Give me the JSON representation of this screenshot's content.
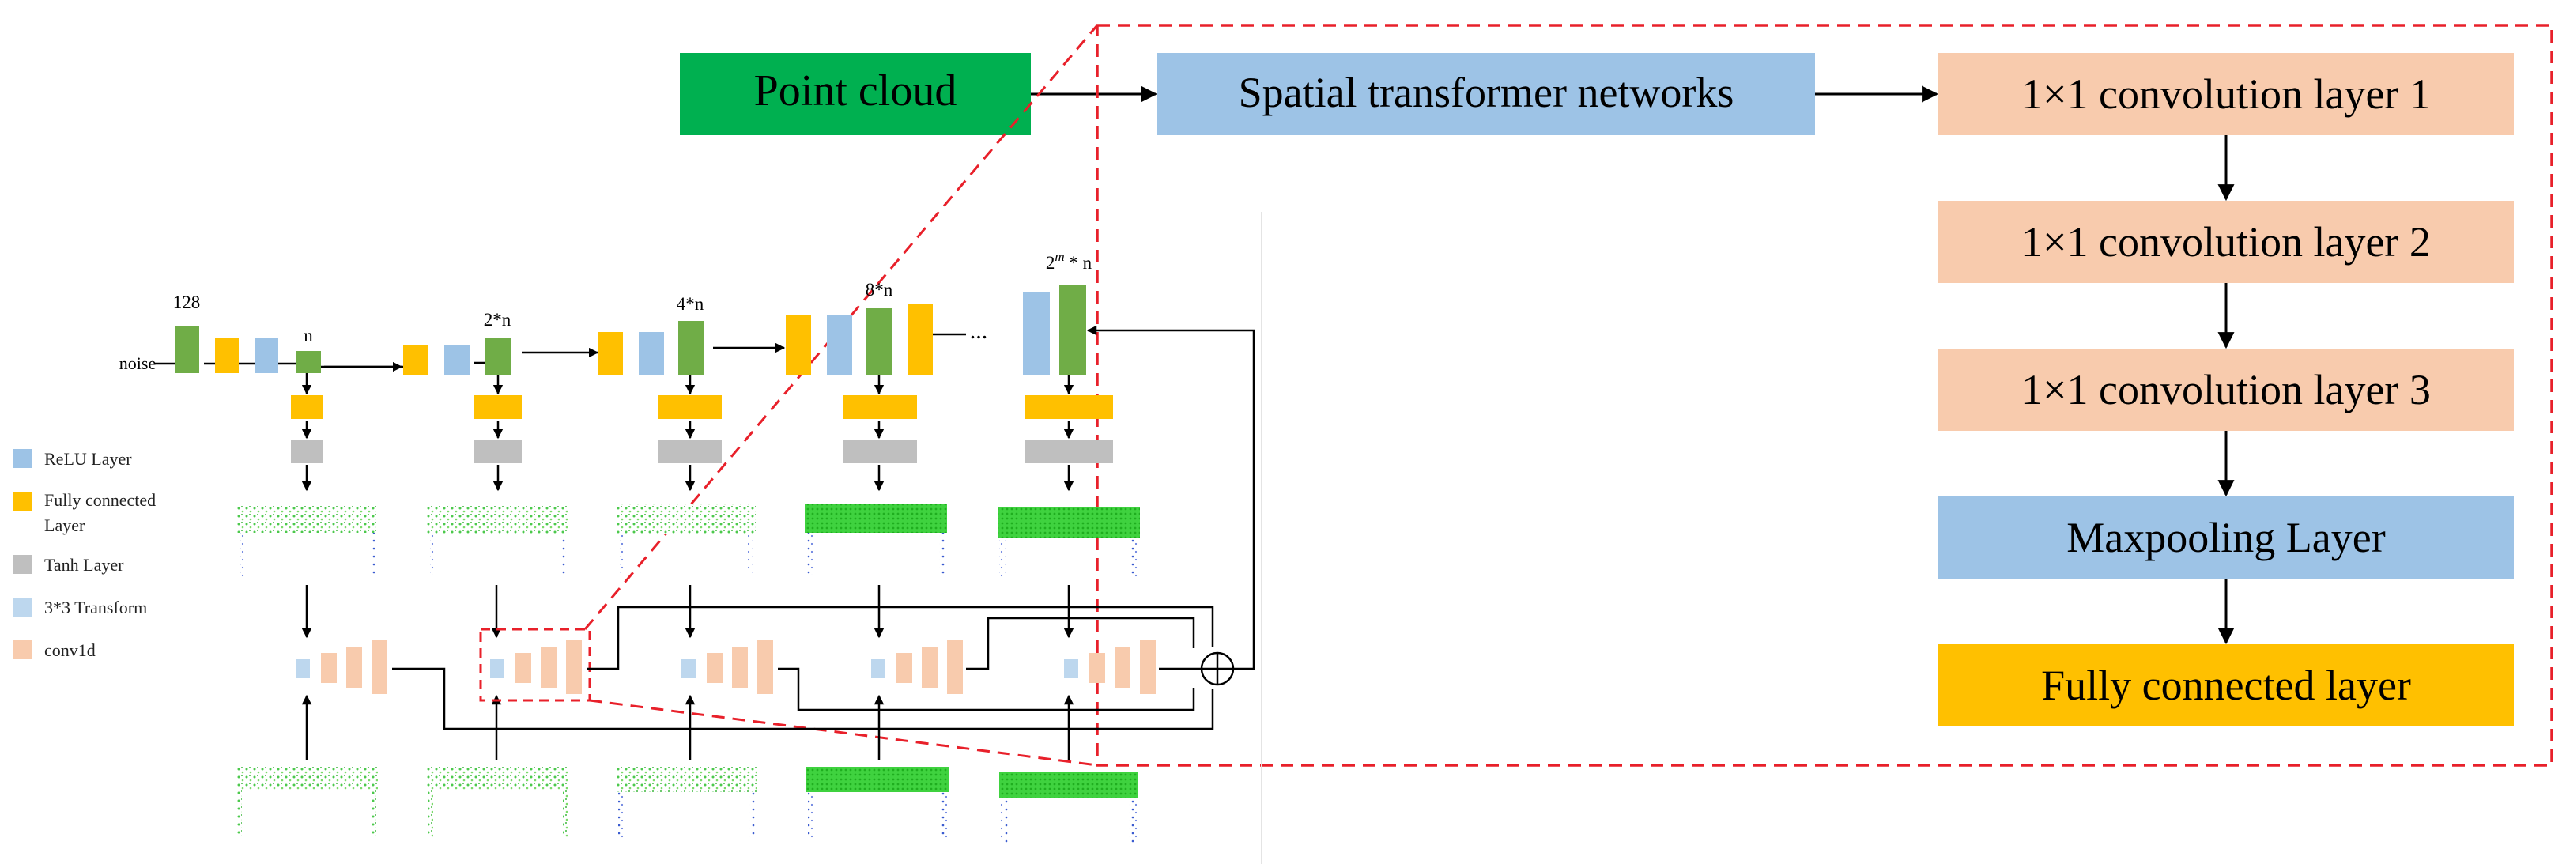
{
  "flow": {
    "point_cloud": "Point cloud",
    "stn": "Spatial transformer networks",
    "conv1": "1×1 convolution layer 1",
    "conv2": "1×1 convolution layer 2",
    "conv3": "1×1 convolution layer 3",
    "maxpool": "Maxpooling Layer",
    "fc": "Fully connected layer"
  },
  "generator": {
    "noise_label": "noise",
    "dim_128": "128",
    "dim_n": "n",
    "dim_2n": "2*n",
    "dim_4n": "4*n",
    "dim_8n": "8*n",
    "dim_2mn_base": "2",
    "dim_2mn_exp": "m",
    "dim_2mn_tail": " * n",
    "ellipsis": "..."
  },
  "legend": {
    "relu": "ReLU Layer",
    "fc_line1": "Fully connected",
    "fc_line2": "Layer",
    "tanh": "Tanh Layer",
    "transform": "3*3 Transform",
    "conv1d": "conv1d"
  },
  "colors": {
    "green_box": "#00b050",
    "green_block": "#70ad47",
    "blue": "#9dc3e6",
    "light_blue": "#bdd7ee",
    "orange": "#f8cbad",
    "yellow": "#ffc000",
    "gray": "#bfbfbf",
    "red_dash": "#e8202a"
  }
}
